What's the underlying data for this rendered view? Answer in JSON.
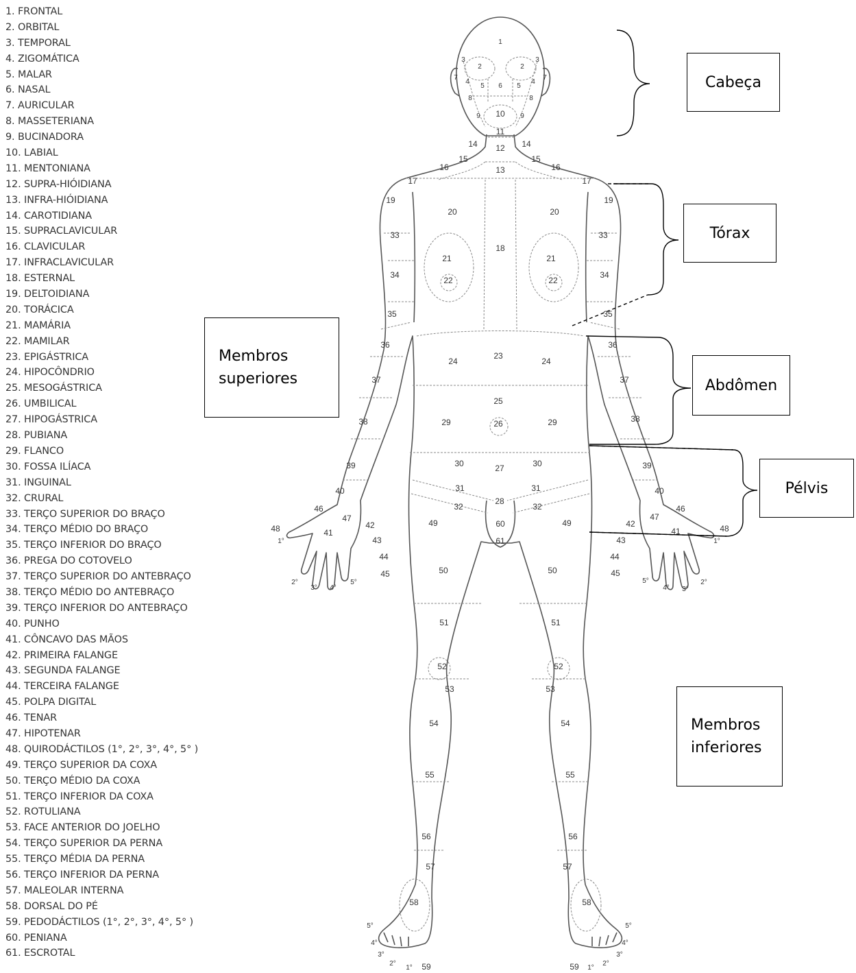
{
  "legend": [
    "1. FRONTAL",
    "2. ORBITAL",
    "3. TEMPORAL",
    "4. ZIGOMÁTICA",
    "5. MALAR",
    "6. NASAL",
    "7. AURICULAR",
    "8. MASSETERIANA",
    "9. BUCINADORA",
    "10. LABIAL",
    "11. MENTONIANA",
    "12. SUPRA-HIÓIDIANA",
    "13. INFRA-HIÓIDIANA",
    "14. CAROTIDIANA",
    "15. SUPRACLAVICULAR",
    "16. CLAVICULAR",
    "17. INFRACLAVICULAR",
    "18. ESTERNAL",
    "19. DELTOIDIANA",
    "20. TORÁCICA",
    "21. MAMÁRIA",
    "22. MAMILAR",
    "23. EPIGÁSTRICA",
    "24. HIPOCÔNDRIO",
    "25. MESOGÁSTRICA",
    "26. UMBILICAL",
    "27. HIPOGÁSTRICA",
    "28. PUBIANA",
    "29. FLANCO",
    "30. FOSSA ILÍACA",
    "31. INGUINAL",
    "32. CRURAL",
    "33. TERÇO SUPERIOR DO BRAÇO",
    "34. TERÇO MÉDIO DO BRAÇO",
    "35. TERÇO INFERIOR DO BRAÇO",
    "36. PREGA DO COTOVELO",
    "37. TERÇO SUPERIOR DO ANTEBRAÇO",
    "38. TERÇO MÉDIO DO ANTEBRAÇO",
    "39. TERÇO INFERIOR DO ANTEBRAÇO",
    "40. PUNHO",
    "41. CÔNCAVO DAS MÃOS",
    "42. PRIMEIRA FALANGE",
    "43. SEGUNDA FALANGE",
    "44. TERCEIRA FALANGE",
    "45. POLPA DIGITAL",
    "46. TENAR",
    "47. HIPOTENAR",
    "48. QUIRODÁCTILOS (1°, 2°, 3°, 4°, 5° )",
    "49. TERÇO SUPERIOR DA COXA",
    "50. TERÇO MÉDIO DA COXA",
    "51. TERÇO INFERIOR DA COXA",
    "52. ROTULIANA",
    "53. FACE ANTERIOR DO JOELHO",
    "54. TERÇO SUPERIOR DA PERNA",
    "55. TERÇO MÉDIA DA PERNA",
    "56. TERÇO INFERIOR DA PERNA",
    "57. MALEOLAR INTERNA",
    "58. DORSAL DO PÉ",
    "59. PEDODÁCTILOS (1°, 2°, 3°, 4°, 5° )",
    "60. PENIANA",
    "61. ESCROTAL"
  ],
  "regions": {
    "cabeca": "Cabeça",
    "torax": "Tórax",
    "membros_superiores": [
      "Membros",
      "superiores"
    ],
    "abdomen": "Abdômen",
    "pelvis": "Pélvis",
    "membros_inferiores": [
      "Membros",
      "inferiores"
    ]
  },
  "region_numbers": [
    "1",
    "2",
    "3",
    "4",
    "5",
    "6",
    "7",
    "8",
    "9",
    "10",
    "11",
    "12",
    "13",
    "14",
    "15",
    "16",
    "17",
    "18",
    "19",
    "20",
    "21",
    "22",
    "23",
    "24",
    "25",
    "26",
    "27",
    "28",
    "29",
    "30",
    "31",
    "32",
    "33",
    "34",
    "35",
    "36",
    "37",
    "38",
    "39",
    "40",
    "41",
    "42",
    "43",
    "44",
    "45",
    "46",
    "47",
    "48",
    "49",
    "50",
    "51",
    "52",
    "53",
    "54",
    "55",
    "56",
    "57",
    "58",
    "59",
    "60",
    "61"
  ],
  "digit_labels": [
    "1°",
    "2°",
    "3°",
    "4°",
    "5°"
  ],
  "colors": {
    "outline": "#555555",
    "dashed": "#888888",
    "text": "#333333"
  }
}
